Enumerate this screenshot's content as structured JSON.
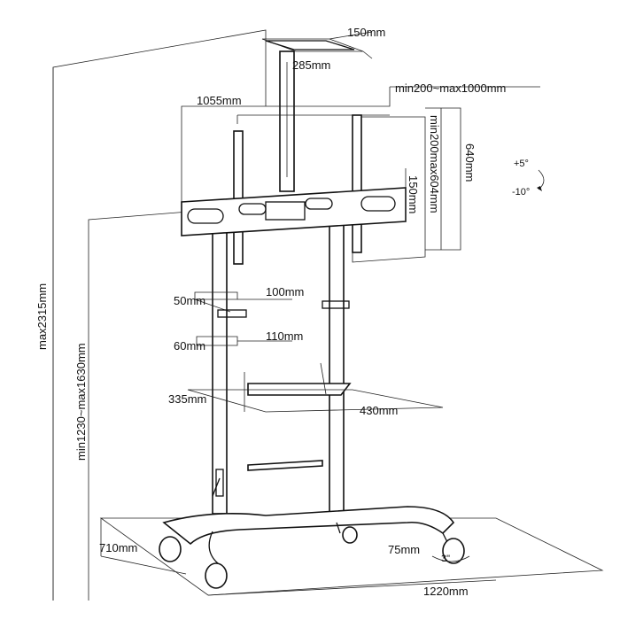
{
  "labels": {
    "top_w": "150mm",
    "top_d": "285mm",
    "width_total": "1055mm",
    "vesa_h": "min200~max1000mm",
    "vesa_v": "min200max604mm",
    "arm_h": "150mm",
    "panel_h": "640mm",
    "tilt_up": "+5°",
    "tilt_down": "-10°",
    "max_height": "max2315mm",
    "center_range": "min1230~max1630mm",
    "clamp1_h": "50mm",
    "clamp1_w": "100mm",
    "clamp2_h": "60mm",
    "clamp2_w": "110mm",
    "shelf_d": "335mm",
    "shelf_w": "430mm",
    "base_d": "710mm",
    "wheel": "75mm",
    "wheel_in": "3\"",
    "base_w": "1220mm"
  }
}
